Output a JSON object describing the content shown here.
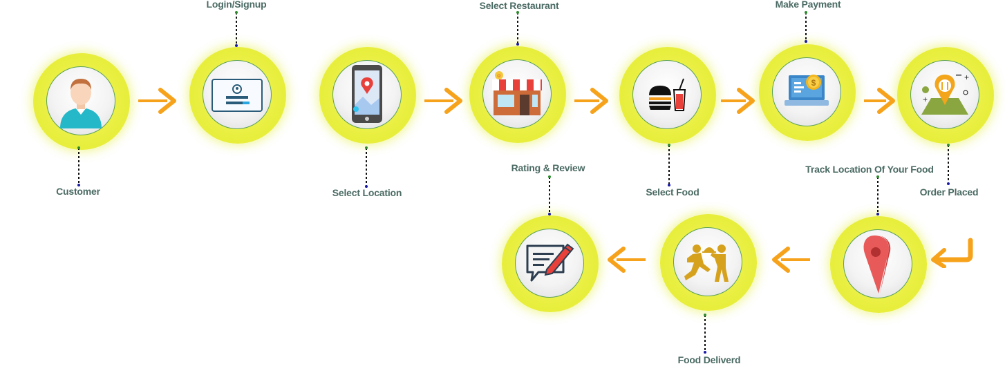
{
  "steps": [
    {
      "key": "customer",
      "label": "Customer",
      "icon": "customer-icon"
    },
    {
      "key": "login",
      "label": "Login/Signup",
      "icon": "login-card-icon"
    },
    {
      "key": "location",
      "label": "Select Location",
      "icon": "phone-map-pin-icon"
    },
    {
      "key": "restaurant",
      "label": "Select Restaurant",
      "icon": "restaurant-storefront-icon"
    },
    {
      "key": "food",
      "label": "Select Food",
      "icon": "burger-drink-icon"
    },
    {
      "key": "payment",
      "label": "Make Payment",
      "icon": "laptop-payment-icon"
    },
    {
      "key": "placed",
      "label": "Order Placed",
      "icon": "map-pin-dish-icon"
    },
    {
      "key": "track",
      "label": "Track Location Of Your Food",
      "icon": "location-pin-icon"
    },
    {
      "key": "delivered",
      "label": "Food Deliverd",
      "icon": "delivery-people-icon"
    },
    {
      "key": "review",
      "label": "Rating & Review",
      "icon": "review-pen-icon"
    }
  ],
  "colors": {
    "ring": "#e9ef3f",
    "arrow": "#f7a21b",
    "label": "#4a6a63",
    "connector": "#111111"
  }
}
